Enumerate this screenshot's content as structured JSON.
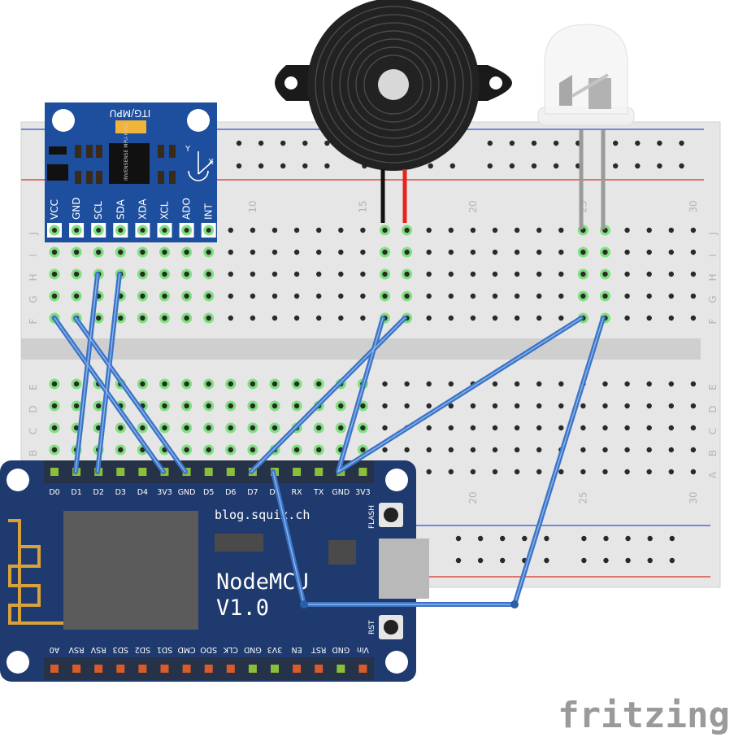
{
  "watermark": "fritzing",
  "breadboard": {
    "rows_top": [
      "J",
      "I",
      "H",
      "G",
      "F"
    ],
    "rows_bottom": [
      "E",
      "D",
      "C",
      "B",
      "A"
    ],
    "col_numbers_top": [
      "10",
      "15",
      "20",
      "25",
      "30"
    ],
    "col_numbers_bottom": [
      "20",
      "25",
      "30"
    ]
  },
  "mpu": {
    "title": "ITG/MPU",
    "chip_text": "INVENSENSE MPU-6050",
    "axis_y": "Y",
    "axis_x": "X",
    "pins": [
      "VCC",
      "GND",
      "SCL",
      "SDA",
      "XDA",
      "XCL",
      "ADO",
      "INT"
    ]
  },
  "nodemcu": {
    "site": "blog.squix.ch",
    "name_line1": "NodeMCU",
    "name_line2": "V1.0",
    "flash_label": "FLASH",
    "rst_label": "RST",
    "top_pins": [
      "D0",
      "D1",
      "D2",
      "D3",
      "D4",
      "3V3",
      "GND",
      "D5",
      "D6",
      "D7",
      "D8",
      "RX",
      "TX",
      "GND",
      "3V3"
    ],
    "bottom_pins": [
      "A0",
      "RSV",
      "RSV",
      "SD3",
      "SD2",
      "SD1",
      "CMD",
      "SDO",
      "CLK",
      "GND",
      "3V3",
      "EN",
      "RST",
      "GND",
      "Vin"
    ]
  },
  "colors": {
    "wire": "#3b74c7",
    "board_blue": "#1f3a6e",
    "mpu_blue": "#1d4f9e",
    "rail_red": "#d9312b",
    "rail_blue": "#2f4fd0",
    "hole_green": "#7fe07f"
  }
}
